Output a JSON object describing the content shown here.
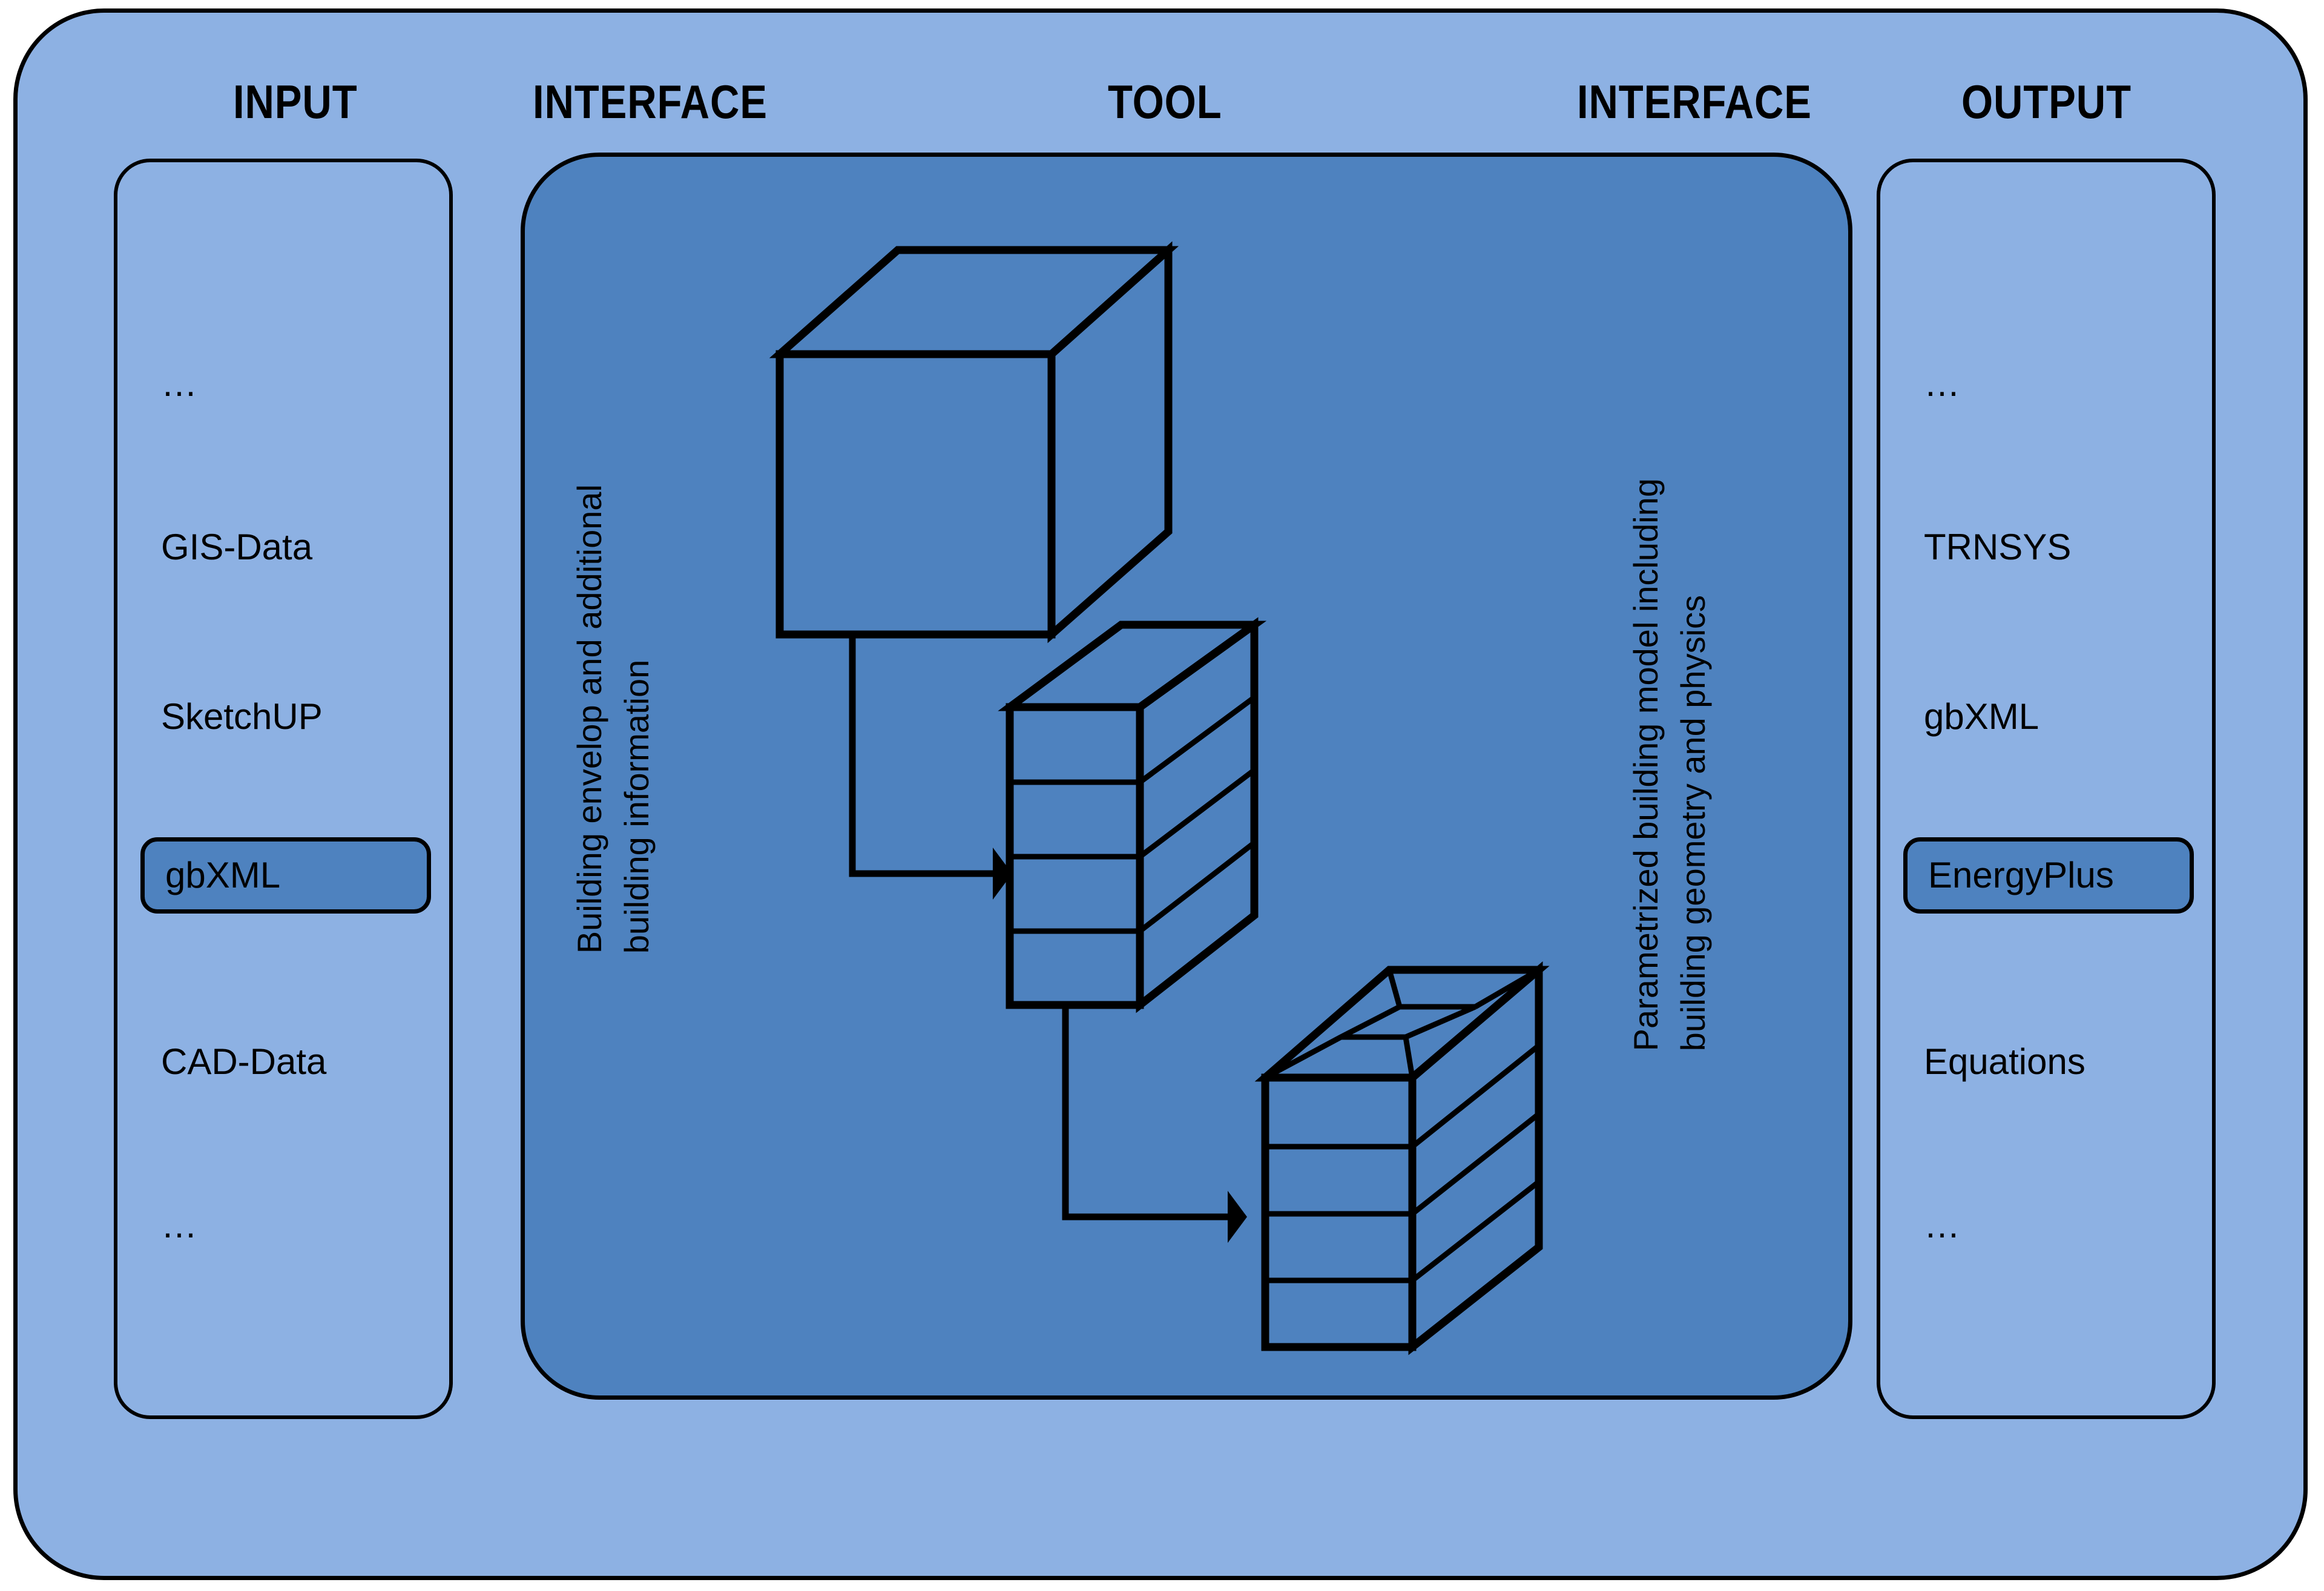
{
  "diagram": {
    "title_row": {
      "input": "INPUT",
      "interface_left": "INTERFACE",
      "tool": "TOOL",
      "interface_right": "INTERFACE",
      "output": "OUTPUT"
    },
    "input_column": {
      "items": [
        {
          "label": "…",
          "highlighted": false
        },
        {
          "label": "GIS-Data",
          "highlighted": false
        },
        {
          "label": "SketchUP",
          "highlighted": false
        },
        {
          "label": "gbXML",
          "highlighted": true
        },
        {
          "label": "CAD-Data",
          "highlighted": false
        },
        {
          "label": "…",
          "highlighted": false
        }
      ]
    },
    "output_column": {
      "items": [
        {
          "label": "…",
          "highlighted": false
        },
        {
          "label": "TRNSYS",
          "highlighted": false
        },
        {
          "label": "gbXML",
          "highlighted": false
        },
        {
          "label": "EnergyPlus",
          "highlighted": true
        },
        {
          "label": "Equations",
          "highlighted": false
        },
        {
          "label": "…",
          "highlighted": false
        }
      ]
    },
    "interface_left_caption": {
      "line1": "Building envelop and additional",
      "line2": "building information"
    },
    "interface_right_caption": {
      "line1": "Parametrized building model including",
      "line2": "building geometry and physics"
    },
    "tool_stages": [
      {
        "name": "massing-box",
        "floors": 0,
        "roof_zoning": false
      },
      {
        "name": "floor-subdivided-box",
        "floors": 4,
        "roof_zoning": false
      },
      {
        "name": "zoned-box-with-roof",
        "floors": 4,
        "roof_zoning": true
      }
    ],
    "colors": {
      "outer_background": "#8db1e3",
      "tool_background": "#4e82bf",
      "highlight_background": "#4e82bf",
      "stroke": "#000000"
    }
  }
}
